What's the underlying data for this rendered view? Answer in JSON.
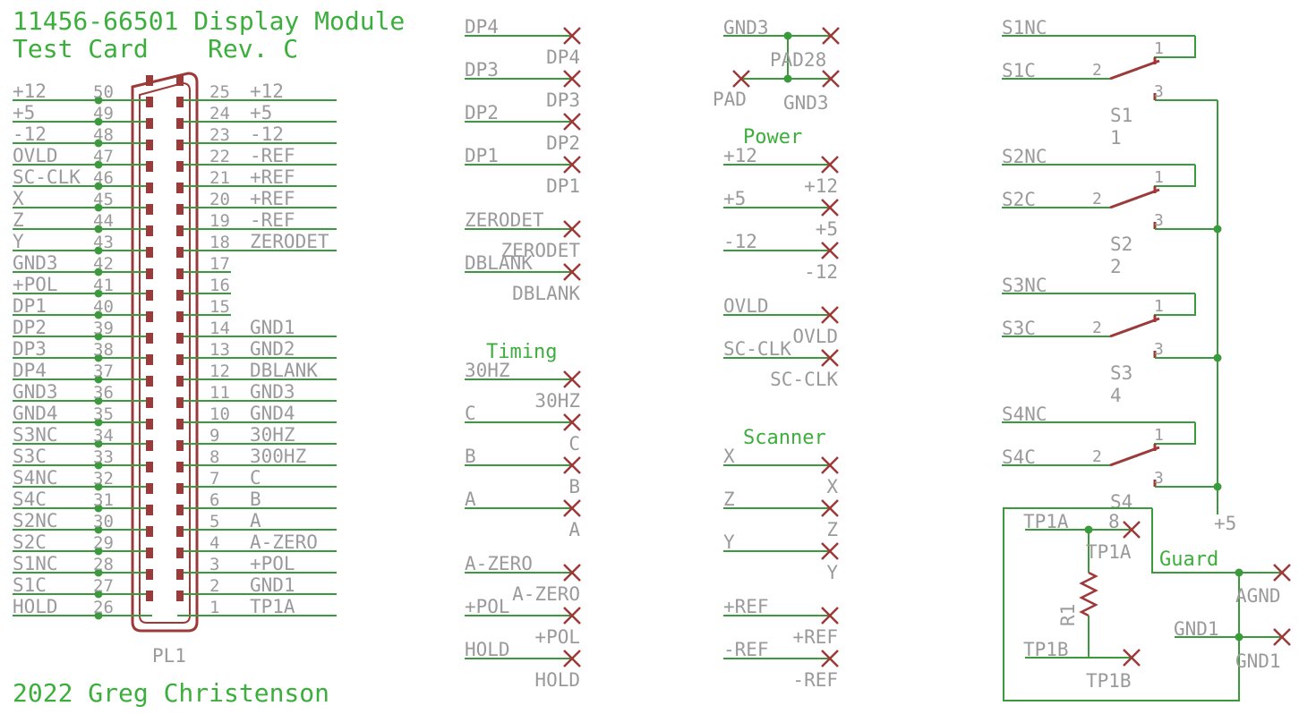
{
  "title": {
    "line1": "11456-66501 Display Module",
    "line2": "Test Card",
    "rev": "Rev. C"
  },
  "author": "2022 Greg Christenson",
  "colors": {
    "net": "#3b9a3b",
    "part": "#9c3a3a",
    "label": "#9a9a9a",
    "text": "#3cae3c",
    "junction": "#3b9a3b"
  },
  "connector": {
    "ref": "PL1",
    "left_pins": [
      {
        "num": "50",
        "net": "+12"
      },
      {
        "num": "49",
        "net": "+5"
      },
      {
        "num": "48",
        "net": "-12"
      },
      {
        "num": "47",
        "net": "OVLD"
      },
      {
        "num": "46",
        "net": "SC-CLK"
      },
      {
        "num": "45",
        "net": "X"
      },
      {
        "num": "44",
        "net": "Z"
      },
      {
        "num": "43",
        "net": "Y"
      },
      {
        "num": "42",
        "net": "GND3"
      },
      {
        "num": "41",
        "net": "+POL"
      },
      {
        "num": "40",
        "net": "DP1"
      },
      {
        "num": "39",
        "net": "DP2"
      },
      {
        "num": "38",
        "net": "DP3"
      },
      {
        "num": "37",
        "net": "DP4"
      },
      {
        "num": "36",
        "net": "GND3"
      },
      {
        "num": "35",
        "net": "GND4"
      },
      {
        "num": "34",
        "net": "S3NC"
      },
      {
        "num": "33",
        "net": "S3C"
      },
      {
        "num": "32",
        "net": "S4NC"
      },
      {
        "num": "31",
        "net": "S4C"
      },
      {
        "num": "30",
        "net": "S2NC"
      },
      {
        "num": "29",
        "net": "S2C"
      },
      {
        "num": "28",
        "net": "S1NC"
      },
      {
        "num": "27",
        "net": "S1C"
      },
      {
        "num": "26",
        "net": "HOLD"
      }
    ],
    "right_pins": [
      {
        "num": "25",
        "net": "+12"
      },
      {
        "num": "24",
        "net": "+5"
      },
      {
        "num": "23",
        "net": "-12"
      },
      {
        "num": "22",
        "net": "-REF"
      },
      {
        "num": "21",
        "net": "+REF"
      },
      {
        "num": "20",
        "net": "+REF"
      },
      {
        "num": "19",
        "net": "-REF"
      },
      {
        "num": "18",
        "net": "ZERODET"
      },
      {
        "num": "17",
        "net": ""
      },
      {
        "num": "16",
        "net": ""
      },
      {
        "num": "15",
        "net": ""
      },
      {
        "num": "14",
        "net": "GND1"
      },
      {
        "num": "13",
        "net": "GND2"
      },
      {
        "num": "12",
        "net": "DBLANK"
      },
      {
        "num": "11",
        "net": "GND3"
      },
      {
        "num": "10",
        "net": "GND4"
      },
      {
        "num": "9",
        "net": "30HZ"
      },
      {
        "num": "8",
        "net": "300HZ"
      },
      {
        "num": "7",
        "net": "C"
      },
      {
        "num": "6",
        "net": "B"
      },
      {
        "num": "5",
        "net": "A"
      },
      {
        "num": "4",
        "net": "A-ZERO"
      },
      {
        "num": "3",
        "net": "+POL"
      },
      {
        "num": "2",
        "net": "GND1"
      },
      {
        "num": "1",
        "net": "TP1A"
      }
    ]
  },
  "pads_col1": [
    {
      "net": "DP4",
      "pad": "DP4"
    },
    {
      "net": "DP3",
      "pad": "DP3"
    },
    {
      "net": "DP2",
      "pad": "DP2"
    },
    {
      "net": "DP1",
      "pad": "DP1"
    },
    {
      "net": "ZERODET",
      "pad": "ZERODET"
    },
    {
      "net": "DBLANK",
      "pad": "DBLANK"
    },
    {
      "net": "30HZ",
      "pad": "30HZ"
    },
    {
      "net": "C",
      "pad": "C"
    },
    {
      "net": "B",
      "pad": "B"
    },
    {
      "net": "A",
      "pad": "A"
    },
    {
      "net": "A-ZERO",
      "pad": "A-ZERO"
    },
    {
      "net": "+POL",
      "pad": "+POL"
    },
    {
      "net": "HOLD",
      "pad": "HOLD"
    }
  ],
  "pads_col2": [
    {
      "net": "+12",
      "pad": "+12"
    },
    {
      "net": "+5",
      "pad": "+5"
    },
    {
      "net": "-12",
      "pad": "-12"
    },
    {
      "net": "OVLD",
      "pad": "OVLD"
    },
    {
      "net": "SC-CLK",
      "pad": "SC-CLK"
    },
    {
      "net": "X",
      "pad": "X"
    },
    {
      "net": "Z",
      "pad": "Z"
    },
    {
      "net": "Y",
      "pad": "Y"
    },
    {
      "net": "+REF",
      "pad": "+REF"
    },
    {
      "net": "-REF",
      "pad": "-REF"
    }
  ],
  "gnd3_block": {
    "net": "GND3",
    "pad_top": "PAD28",
    "pad_left": "PAD",
    "pad_bottom": "GND3"
  },
  "sections": {
    "timing": "Timing",
    "power": "Power",
    "scanner": "Scanner",
    "guard": "Guard"
  },
  "switches": [
    {
      "nc": "S1NC",
      "c": "S1C",
      "ref": "S1",
      "val": "1"
    },
    {
      "nc": "S2NC",
      "c": "S2C",
      "ref": "S2",
      "val": "2"
    },
    {
      "nc": "S3NC",
      "c": "S3C",
      "ref": "S3",
      "val": "4"
    },
    {
      "nc": "S4NC",
      "c": "S4C",
      "ref": "S4",
      "val": ""
    }
  ],
  "switch_pins": {
    "p1": "1",
    "p2": "2",
    "p3": "3"
  },
  "plus5": "+5",
  "guard": {
    "tp1a": "TP1A",
    "tp1a_pin": "8",
    "tp1a_pad": "TP1A",
    "tp1b": "TP1B",
    "tp1b_pad": "TP1B",
    "resistor": "R1",
    "agnd": "AGND",
    "gnd1_net": "GND1",
    "gnd1_pad": "GND1"
  }
}
